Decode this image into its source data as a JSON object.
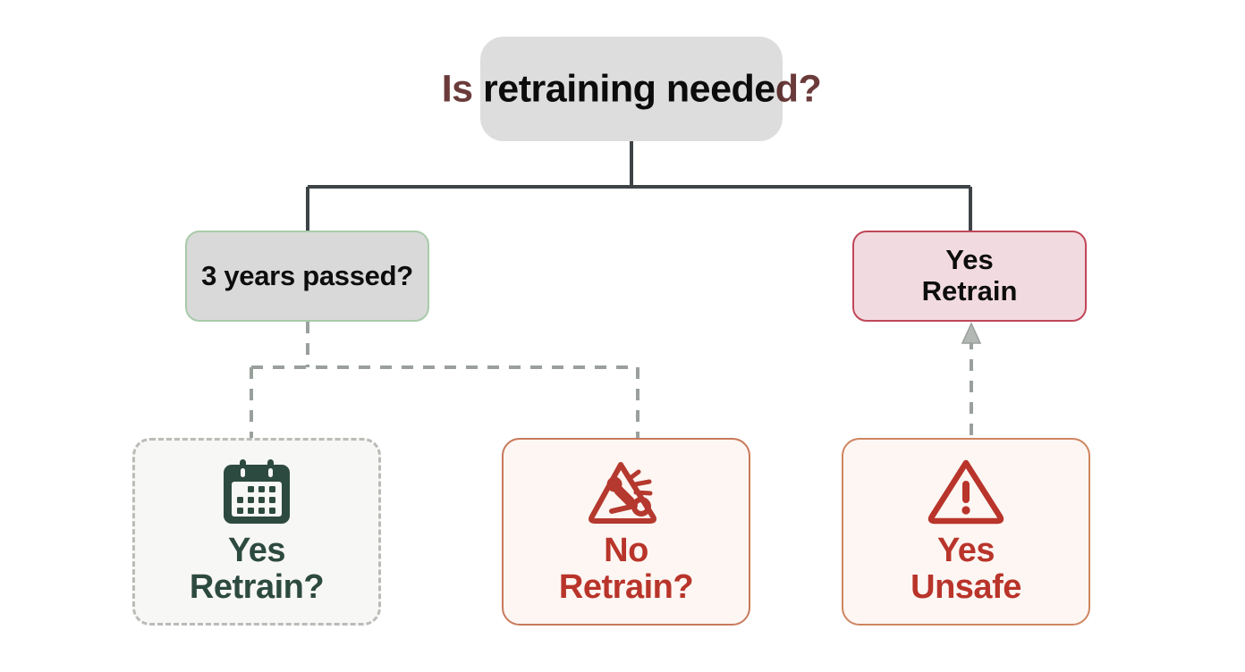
{
  "diagram": {
    "title": "Is retraining needed?",
    "type": "decision-tree",
    "background_color": "#ffffff",
    "nodes": [
      {
        "id": "root",
        "label": "Is retraining needed?",
        "label_outside_color": "#6b3b3b",
        "label_inside_color": "#0d0d0d",
        "fill": "#dddddd",
        "border": "none",
        "shape": "rounded-rect"
      },
      {
        "id": "years-passed",
        "label": "3 years passed?",
        "text_color": "#0d0d0d",
        "fill": "#d9d9d9",
        "border": "#a8cbaa",
        "border_style": "solid",
        "shape": "rounded-rect"
      },
      {
        "id": "yes-retrain",
        "line1": "Yes",
        "line2": "Retrain",
        "text_color": "#0d0d0d",
        "fill": "#f2dbe0",
        "border": "#c0475a",
        "border_style": "solid",
        "shape": "rounded-rect"
      },
      {
        "id": "yes-retrain-q",
        "line1": "Yes",
        "line2": "Retrain?",
        "icon": "calendar-icon",
        "icon_color": "#2d4a40",
        "text_color": "#2d4a40",
        "fill": "#f7f7f5",
        "border": "#b9bcb7",
        "border_style": "dashed",
        "shape": "rounded-rect"
      },
      {
        "id": "no-retrain-q",
        "line1": "No",
        "line2": "Retrain?",
        "icon": "collision-hazard-warning-icon",
        "icon_color": "#b5392e",
        "text_color": "#b9342a",
        "fill": "#fdf6f2",
        "border": "#c8795b",
        "border_style": "solid",
        "shape": "rounded-rect"
      },
      {
        "id": "yes-unsafe",
        "line1": "Yes",
        "line2": "Unsafe",
        "icon": "warning-triangle-icon",
        "icon_color": "#b9342a",
        "text_color": "#b9342a",
        "fill": "#fdf6f3",
        "border": "#cf8560",
        "border_style": "solid",
        "shape": "rounded-rect"
      }
    ],
    "edges": [
      {
        "from": "root",
        "to": "years-passed",
        "style": "solid",
        "color": "#3e4346",
        "arrow": false
      },
      {
        "from": "root",
        "to": "yes-retrain",
        "style": "solid",
        "color": "#3e4346",
        "arrow": false
      },
      {
        "from": "years-passed",
        "to": "yes-retrain-q",
        "style": "dashed",
        "color": "#9aa09c",
        "arrow": false
      },
      {
        "from": "years-passed",
        "to": "no-retrain-q",
        "style": "dashed",
        "color": "#9aa09c",
        "arrow": false
      },
      {
        "from": "yes-unsafe",
        "to": "yes-retrain",
        "style": "dashed",
        "color": "#9aa09c",
        "arrow": true
      }
    ]
  }
}
